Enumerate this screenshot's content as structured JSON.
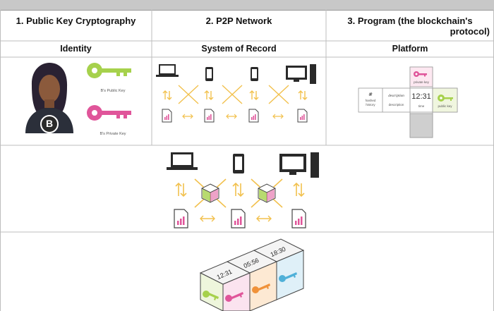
{
  "columns": [
    {
      "header_line1": "1. Public Key Cryptography",
      "header_line2": "",
      "subheader": "Identity"
    },
    {
      "header_line1": "2. P2P Network",
      "header_line2": "",
      "subheader": "System of Record"
    },
    {
      "header_line1": "3. Program (the blockchain's",
      "header_line2": "protocol)",
      "subheader": "Platform"
    }
  ],
  "identity": {
    "avatar_letter": "B",
    "public_key_label": "B's Public Key",
    "private_key_label": "B's Private Key"
  },
  "platform": {
    "private_key_label": "private key",
    "hash_symbol": "#",
    "hash_label_line1": "hashed",
    "hash_label_line2": "history",
    "description_script": "description",
    "description_label": "description",
    "time_value": "12:31",
    "time_label": "time",
    "public_key_label": "public key"
  },
  "blocks": {
    "times": [
      "12:31",
      "05:56",
      "18:30"
    ]
  },
  "colors": {
    "green_key": "#a6d14c",
    "pink_key": "#e0559a",
    "orange_key": "#f0923a",
    "blue_key": "#4fb0d8",
    "arrow": "#f2c14e",
    "grid_line": "#bfbfbf",
    "top_band": "#c8c8c8"
  }
}
